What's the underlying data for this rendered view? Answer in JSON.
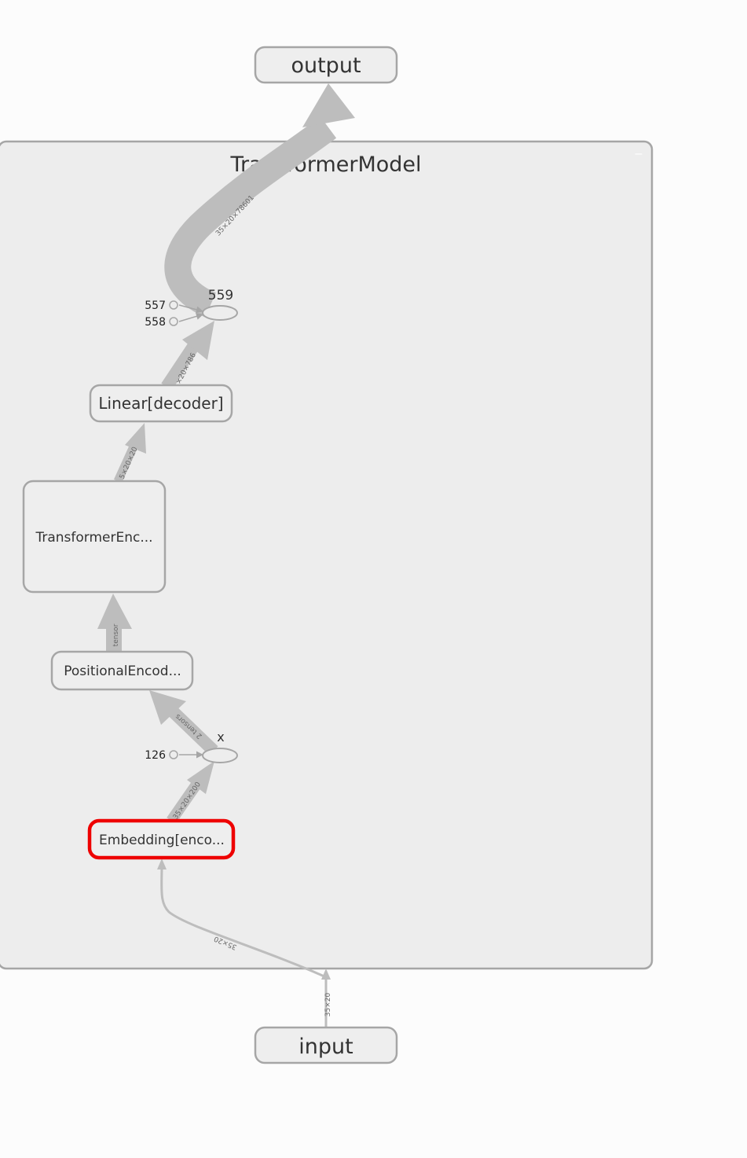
{
  "graph": {
    "outer_nodes": {
      "output": "output",
      "input": "input"
    },
    "group": {
      "title": "TransformerModel",
      "collapse_glyph": "–"
    },
    "nodes": {
      "linear_decoder": "Linear[decoder]",
      "transformer_encoder": "TransformerEnc...",
      "positional_encoding": "PositionalEncod...",
      "embedding_encoder": "Embedding[enco..."
    },
    "ops": {
      "op_559": "559",
      "op_x": "x"
    },
    "constants": {
      "c557": "557",
      "c558": "558",
      "c126": "126"
    },
    "edge_labels": {
      "op559_to_output": "35×20×78601",
      "linear_to_op559": "×20×786",
      "encoder_to_linear": "5×20×20",
      "posenc_to_encoder": "tensor",
      "opx_to_posenc": "2 tensors",
      "embedding_to_opx": "35×20×200",
      "input_to_embedding": "35×20",
      "input_stem": "35×20"
    },
    "selected_node": "embedding_encoder",
    "colors": {
      "group_fill": "#ededed",
      "group_stroke": "#a6a6a6",
      "node_fill": "#eeeeee",
      "node_stroke": "#a6a6a6",
      "edge": "#bdbdbd",
      "selected": "#ee0000"
    }
  }
}
